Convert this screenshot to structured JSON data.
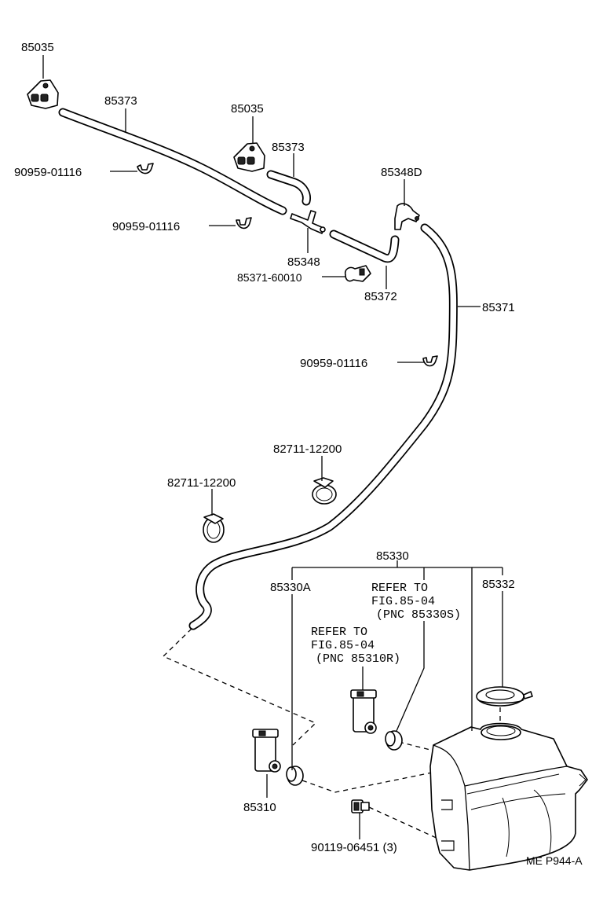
{
  "labels": {
    "nozzle_left": "85035",
    "hose_left": "85373",
    "clip_left": "90959-01116",
    "nozzle_mid": "85035",
    "hose_mid": "85373",
    "clip_mid": "90959-01116",
    "joint": "85348",
    "clamp_small": "85371-60010",
    "hose_short": "85372",
    "joint_d": "85348D",
    "hose_main": "85371",
    "clip_main": "90959-01116",
    "clamp_upper": "82711-12200",
    "clamp_lower": "82711-12200",
    "tank_assy": "85330",
    "tank_sub": "85330A",
    "refer1_line1": "REFER TO",
    "refer1_line2": "FIG.85-04",
    "refer1_line3": "(PNC 85330S)",
    "refer2_line1": "REFER TO",
    "refer2_line2": "FIG.85-04",
    "refer2_line3": "(PNC 85310R)",
    "cap": "85332",
    "pump": "85310",
    "bolt": "90119-06451 (3)",
    "figure_code": "ME P944-A"
  }
}
